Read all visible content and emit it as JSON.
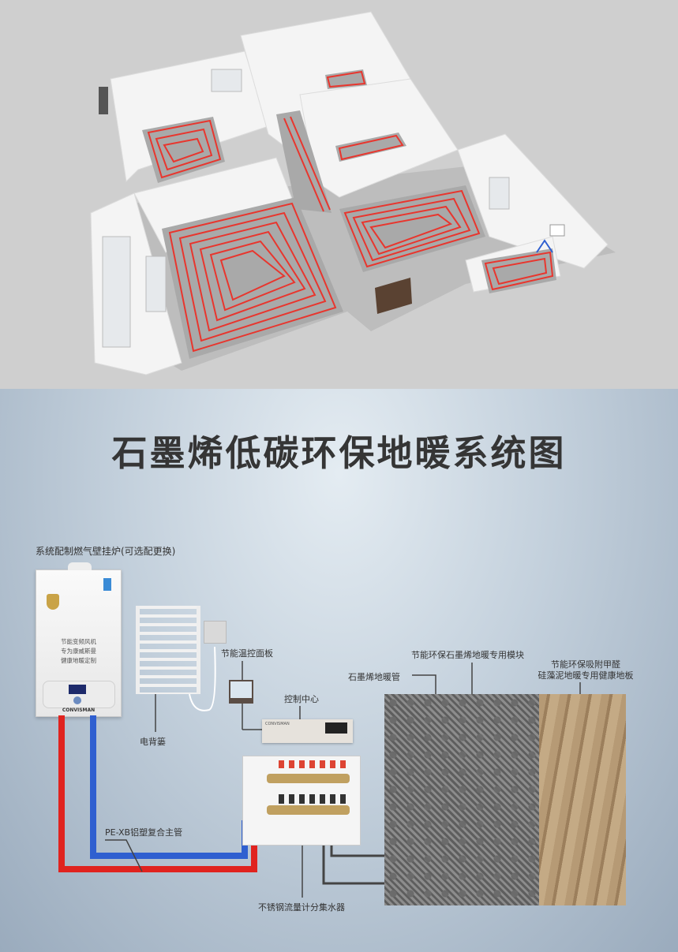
{
  "title": "石墨烯低碳环保地暖系统图",
  "boiler": {
    "caption": "系统配制燃气壁挂炉(可选配更换)",
    "features": [
      "节能变频风机",
      "专为康威斯曼",
      "健康地暖定制"
    ],
    "brand": "CONVISMAN"
  },
  "labels": {
    "towel_rack": "电背篓",
    "thermostat": "节能温控面板",
    "control_center": "控制中心",
    "control_brand": "CONVISMAN",
    "main_pipe": "PE-XB铝塑复合主管",
    "manifold": "不锈钢流量计分集水器",
    "heating_pipe": "石墨烯地暖管",
    "module": "节能环保石墨烯地暖专用模块",
    "floor_line1": "节能环保吸附甲醛",
    "floor_line2": "硅藻泥地暖专用健康地板"
  },
  "colors": {
    "hot_pipe": "#e0231f",
    "cold_pipe": "#2f5fd0",
    "floor_pipe": "#e8362e"
  }
}
